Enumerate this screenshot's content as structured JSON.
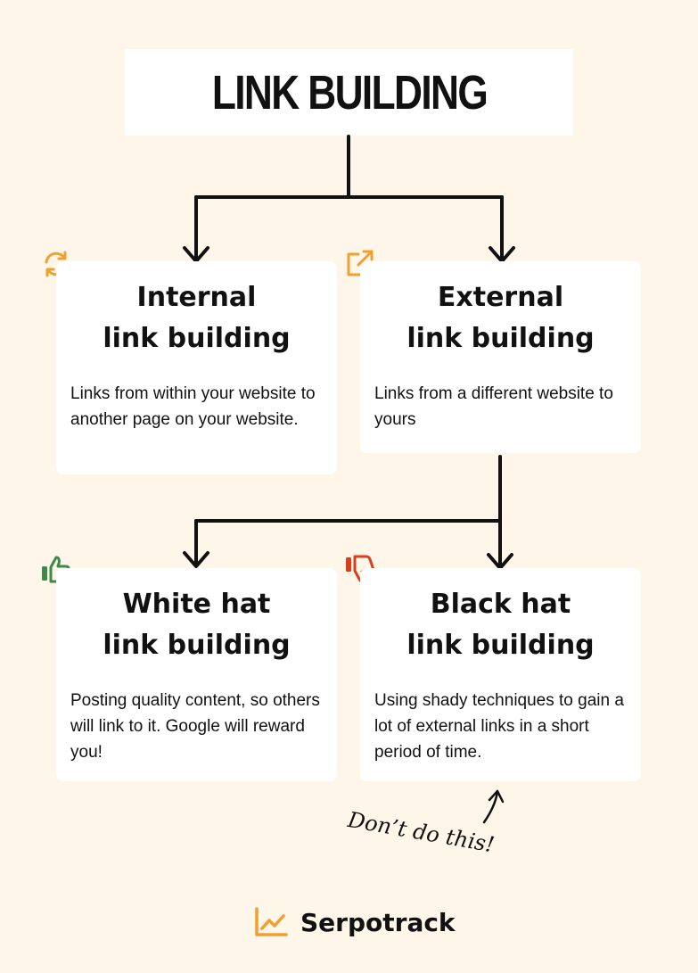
{
  "title": "LINK BUILDING",
  "cards": {
    "internal": {
      "title_line1": "Internal",
      "title_line2": "link building",
      "description": "Links from within your website to another page on your website."
    },
    "external": {
      "title_line1": "External",
      "title_line2": "link building",
      "description": "Links from a different website to yours"
    },
    "white_hat": {
      "title_line1": "White hat",
      "title_line2": "link building",
      "description": "Posting quality content, so others will link to it. Google will reward you!"
    },
    "black_hat": {
      "title_line1": "Black hat",
      "title_line2": "link building",
      "description": "Using shady techniques to gain a lot of external links in a short period of time."
    }
  },
  "annotation": "Don’t do this!",
  "brand": {
    "name": "Serpotrack"
  },
  "icons": {
    "internal": "refresh-icon",
    "external": "external-link-icon",
    "white_hat": "thumbs-up-icon",
    "black_hat": "thumbs-down-icon",
    "brand": "chart-icon"
  },
  "colors": {
    "background": "#fdf6e9",
    "card": "#ffffff",
    "orange": "#f0a030",
    "green": "#3d8a4a",
    "red": "#d8401c",
    "text": "#111111"
  }
}
